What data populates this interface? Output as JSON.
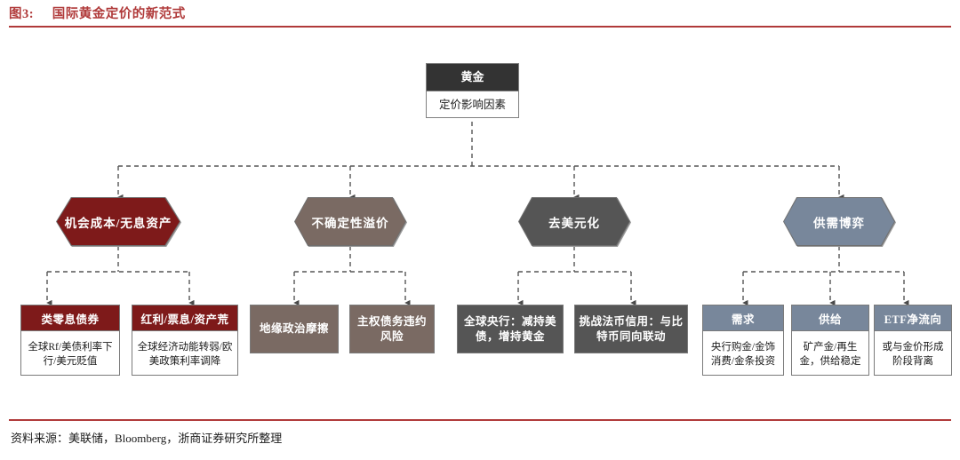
{
  "header": {
    "figure_label": "图3:",
    "title": "国际黄金定价的新范式",
    "accent_color": "#B03A3A"
  },
  "footer": {
    "source": "资料来源：美联储，Bloomberg，浙商证券研究所整理"
  },
  "diagram": {
    "type": "hierarchy-flowchart",
    "root": {
      "head": "黄金",
      "body": "定价影响因素",
      "head_color": "#333333",
      "body_color": "#ffffff"
    },
    "branches": [
      {
        "label": "机会成本/无息资产",
        "color": "#7E1A1A",
        "children": [
          {
            "style": "split",
            "head": "类零息债券",
            "head_color": "#7E1A1A",
            "body": "全球Rf/美债利率下行/美元贬值"
          },
          {
            "style": "split",
            "head": "红利/票息/资产荒",
            "head_color": "#7E1A1A",
            "body": "全球经济动能转弱/欧美政策利率调降"
          }
        ]
      },
      {
        "label": "不确定性溢价",
        "color": "#7A6A63",
        "children": [
          {
            "style": "solid",
            "text": "地缘政治摩擦",
            "color": "#7A6A63"
          },
          {
            "style": "solid",
            "text": "主权债务违约风险",
            "color": "#7A6A63"
          }
        ]
      },
      {
        "label": "去美元化",
        "color": "#555555",
        "children": [
          {
            "style": "solid",
            "text": "全球央行：减持美债，增持黄金",
            "color": "#555555"
          },
          {
            "style": "solid",
            "text": "挑战法币信用：与比特币同向联动",
            "color": "#555555"
          }
        ]
      },
      {
        "label": "供需博弈",
        "color": "#78879B",
        "children": [
          {
            "style": "split",
            "head": "需求",
            "head_color": "#78879B",
            "body": "央行购金/金饰消费/金条投资"
          },
          {
            "style": "split",
            "head": "供给",
            "head_color": "#78879B",
            "body": "矿产金/再生金，供给稳定"
          },
          {
            "style": "split",
            "head": "ETF净流向",
            "head_color": "#78879B",
            "body": "或与金价形成阶段背离"
          }
        ]
      }
    ]
  }
}
